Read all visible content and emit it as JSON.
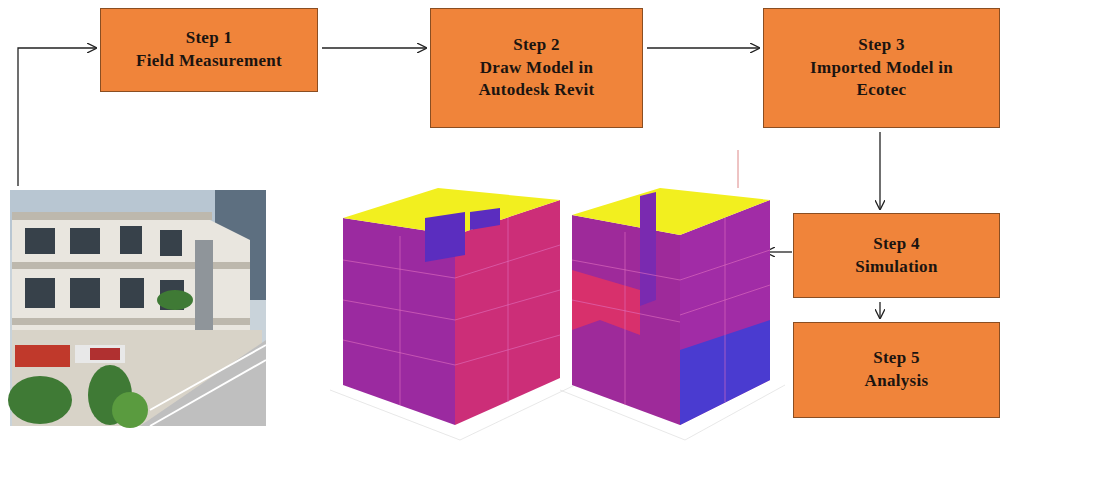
{
  "diagram": {
    "nodes": [
      {
        "text": [
          "Step 1",
          "Field Measurement"
        ]
      },
      {
        "text": [
          "Step 2",
          "Draw Model in Autodesk Revit"
        ]
      },
      {
        "text": [
          "Step 3",
          "Imported Model in Ecotec"
        ]
      },
      {
        "text": [
          "Step 4",
          "Simulation"
        ]
      },
      {
        "text": [
          "Step 5",
          "Analysis"
        ]
      }
    ],
    "edges": [
      {
        "from": 0,
        "to": 1,
        "arrow": "to"
      },
      {
        "from": 1,
        "to": 2,
        "arrow": "to"
      },
      {
        "from": 2,
        "to": 3,
        "arrow": "to"
      },
      {
        "from": 3,
        "to": 4,
        "arrow": "to"
      }
    ]
  }
}
